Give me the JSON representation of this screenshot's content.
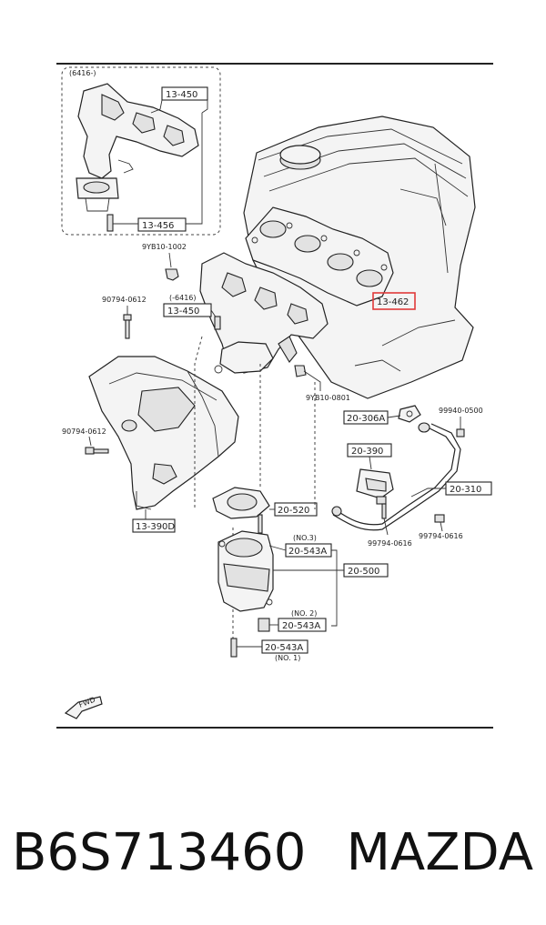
{
  "labels": {
    "inset_variant": "(6416-)",
    "inset_manifold": "13-450",
    "inset_stud": "13-456",
    "nut_top": "9YB10-1002",
    "variant_main": "(-6416)",
    "manifold_main": "13-450",
    "gasket": "13-462",
    "bolt_upper": "90794-0612",
    "bolt_lower": "90794-0612",
    "heat_insulator": "13-390D",
    "nut_mid": "9YB10-0801",
    "pipe_gasket": "20-306A",
    "pipe_bolt_right": "99940-0500",
    "bracket": "20-390",
    "pipe": "20-310",
    "cat_gasket": "20-520",
    "no3": "(NO.3)",
    "stud_no3": "20-543A",
    "catalyst": "20-500",
    "no2": "(NO. 2)",
    "stud_no2": "20-543A",
    "stud_no1": "20-543A",
    "no1": "(NO. 1)",
    "bolt_bracket": "99794-0616",
    "bolt_pipe": "99794-0616",
    "fwd": "FWD"
  },
  "caption": {
    "part_number": "B6S713460",
    "brand": "MAZDA"
  },
  "highlight_color": "#e03a3a"
}
